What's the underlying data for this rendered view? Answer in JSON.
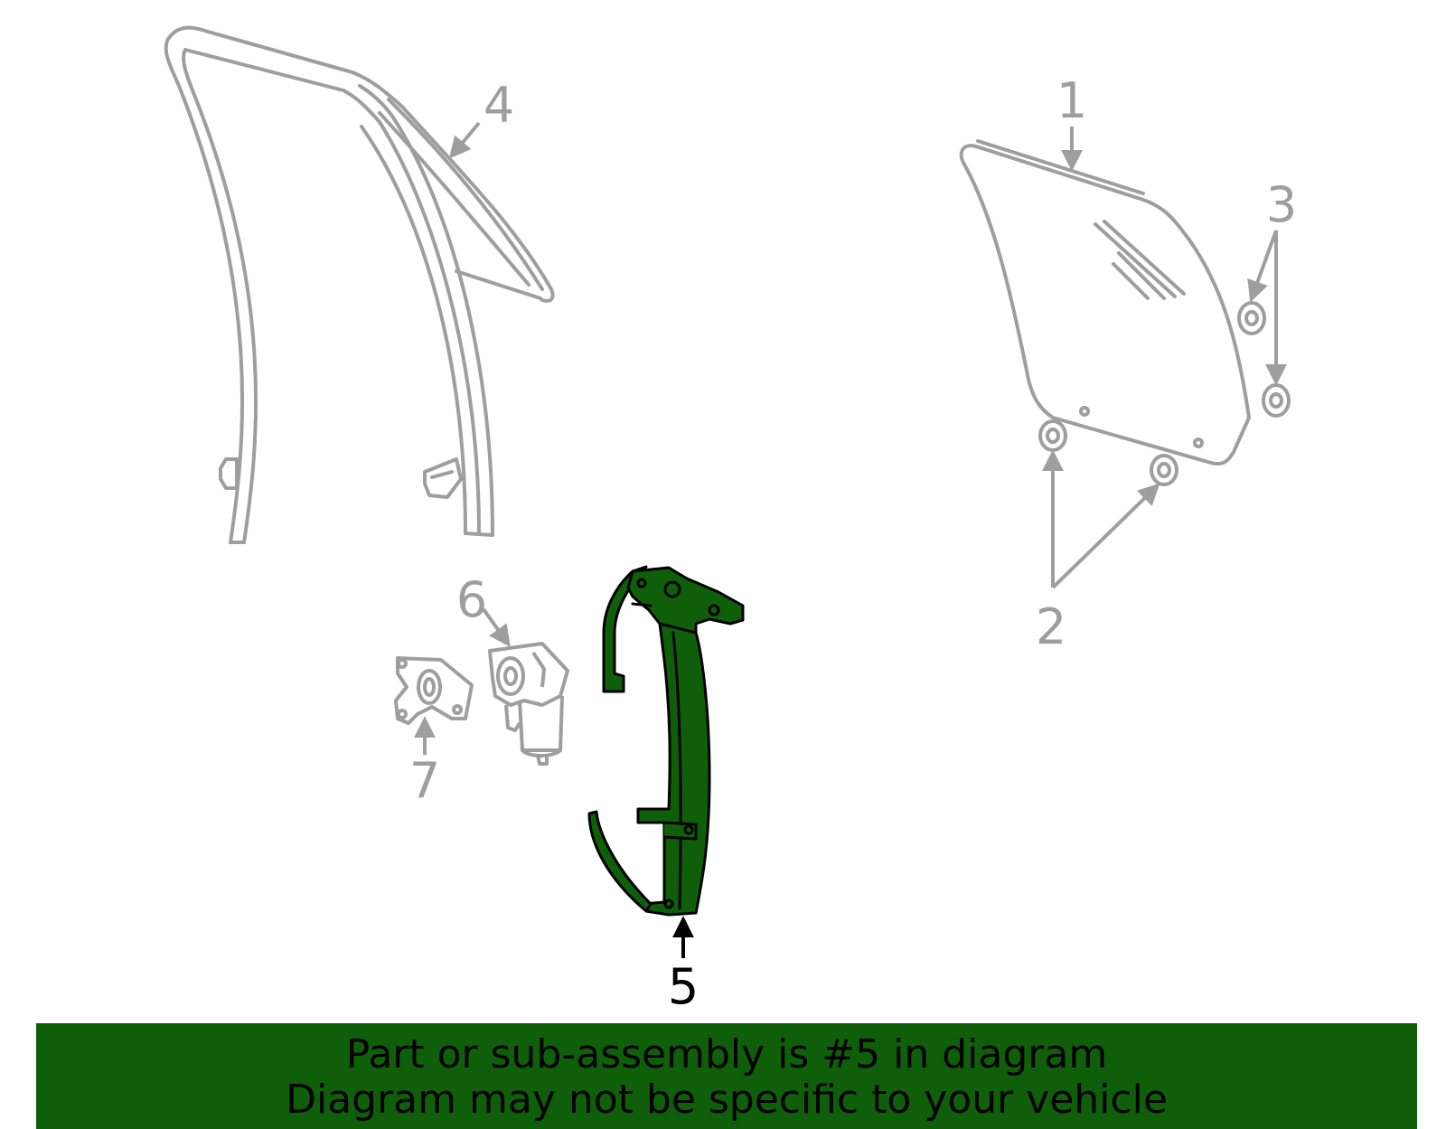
{
  "colors": {
    "line_gray": "#9e9e9e",
    "part_green": "#0f5f0a",
    "banner_green": "#0f5f0a",
    "text_dark": "#000000"
  },
  "callouts": {
    "c1": "1",
    "c2": "2",
    "c3": "3",
    "c4": "4",
    "c5": "5",
    "c6": "6",
    "c7": "7"
  },
  "banner": {
    "line1": "Part or sub-assembly is #5 in diagram",
    "line2": "Diagram may not be specific to your vehicle"
  }
}
